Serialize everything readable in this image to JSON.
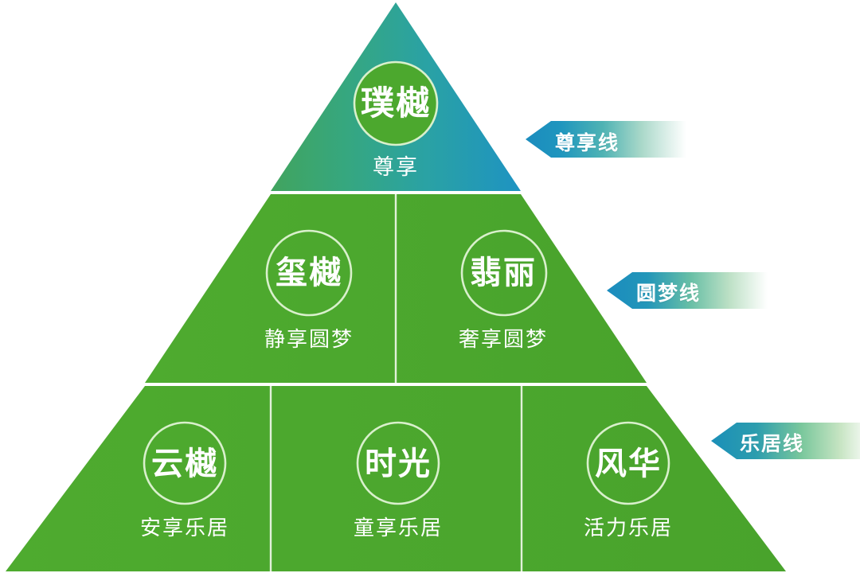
{
  "diagram": {
    "type": "pyramid",
    "title_visible": false,
    "tiers": [
      {
        "id": "tier-1",
        "line_label": "尊享线",
        "cells": [
          {
            "brand": "璞樾",
            "sub": "尊享"
          }
        ]
      },
      {
        "id": "tier-2",
        "line_label": "圆梦线",
        "cells": [
          {
            "brand": "玺樾",
            "sub": "静享圆梦"
          },
          {
            "brand": "翡丽",
            "sub": "奢享圆梦"
          }
        ]
      },
      {
        "id": "tier-3",
        "line_label": "乐居线",
        "cells": [
          {
            "brand": "云樾",
            "sub": "安享乐居"
          },
          {
            "brand": "时光",
            "sub": "童享乐居"
          },
          {
            "brand": "风华",
            "sub": "活力乐居"
          }
        ]
      }
    ]
  },
  "colors": {
    "green": "#4CA82E",
    "green_dark": "#46992A",
    "teal": "#1B8DBE",
    "teal_mid": "#2FA39C",
    "apex_green": "#3CA069",
    "divider": "#DCEFD4",
    "circle_stroke": "#D9F0CC",
    "background": "#FFFFFF",
    "text": "#FFFFFF"
  }
}
